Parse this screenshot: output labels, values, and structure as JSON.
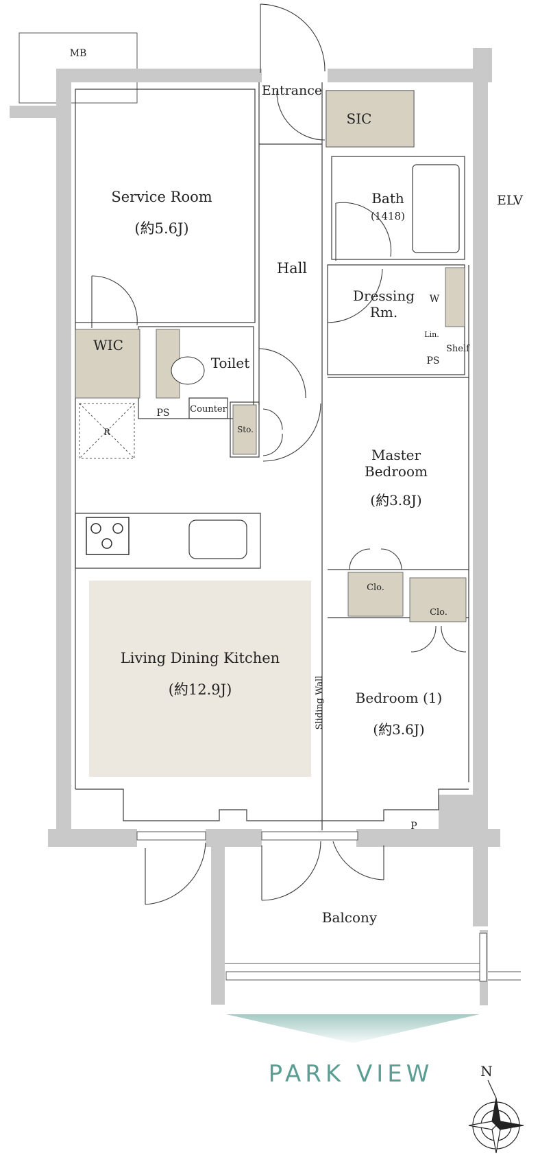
{
  "colors": {
    "wall": "#c9c9c9",
    "storage": "#d6d1c1",
    "ldk_floor": "#ece8df",
    "line": "#3a3a3a",
    "park_view": "#5a9e93"
  },
  "rooms": {
    "mb": "MB",
    "entrance": "Entrance",
    "sic": "SIC",
    "elv": "ELV",
    "service_room": "Service Room",
    "service_room_size": "(約5.6J)",
    "hall": "Hall",
    "bath": "Bath",
    "bath_size": "(1418)",
    "dressing_line1": "Dressing",
    "dressing_line2": "Rm.",
    "w": "W",
    "lin": "Lin.",
    "ps_right": "PS",
    "shelf": "Shelf",
    "wic": "WIC",
    "toilet": "Toilet",
    "ps_left": "PS",
    "counter": "Counter",
    "sto": "Sto.",
    "r": "R",
    "master_line1": "Master",
    "master_line2": "Bedroom",
    "master_size": "(約3.8J)",
    "clo_left": "Clo.",
    "clo_right": "Clo.",
    "ldk": "Living Dining Kitchen",
    "ldk_size": "(約12.9J)",
    "sliding_wall": "Sliding Wall",
    "bedroom1": "Bedroom (1)",
    "bedroom1_size": "(約3.6J)",
    "p": "P",
    "balcony": "Balcony"
  },
  "park_view": "PARK VIEW",
  "compass": {
    "north": "N"
  }
}
